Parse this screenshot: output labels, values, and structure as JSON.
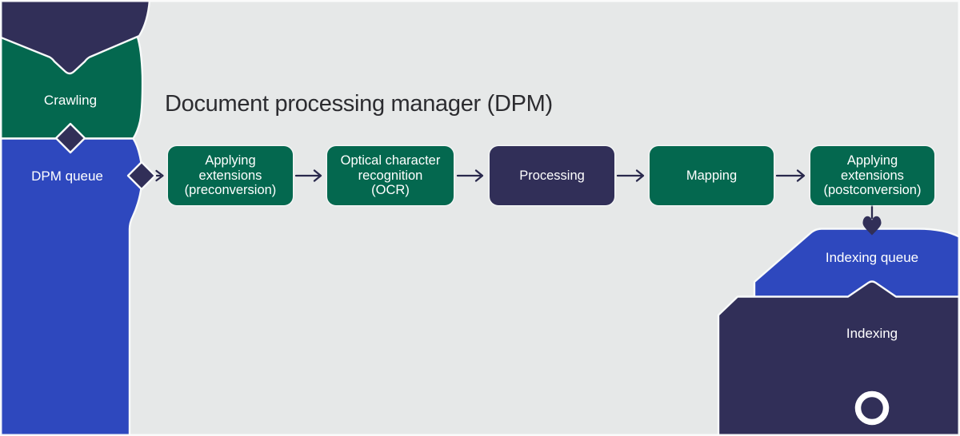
{
  "title": "Document processing manager (DPM)",
  "colors": {
    "background": "#E6E8E8",
    "green": "#04684F",
    "blue": "#2E48BE",
    "navy": "#312F58",
    "arrow": "#29284C",
    "seam_white": "#F8FAFA",
    "label_text": "#FFFFFF",
    "title_text": "#2C2C30"
  },
  "pipeline": {
    "crawling_label": "Crawling",
    "dpm_queue_label": "DPM queue",
    "steps": [
      {
        "label": "Applying\nextensions\n(preconversion)",
        "style": "green"
      },
      {
        "label": "Optical character\nrecognition\n(OCR)",
        "style": "green"
      },
      {
        "label": "Processing",
        "style": "navy"
      },
      {
        "label": "Mapping",
        "style": "green"
      },
      {
        "label": "Applying\nextensions\n(postconversion)",
        "style": "green"
      }
    ],
    "indexing_queue_label": "Indexing queue",
    "indexing_label": "Indexing"
  },
  "icons": {
    "indexing_ring": "hollow-circle-ring"
  }
}
